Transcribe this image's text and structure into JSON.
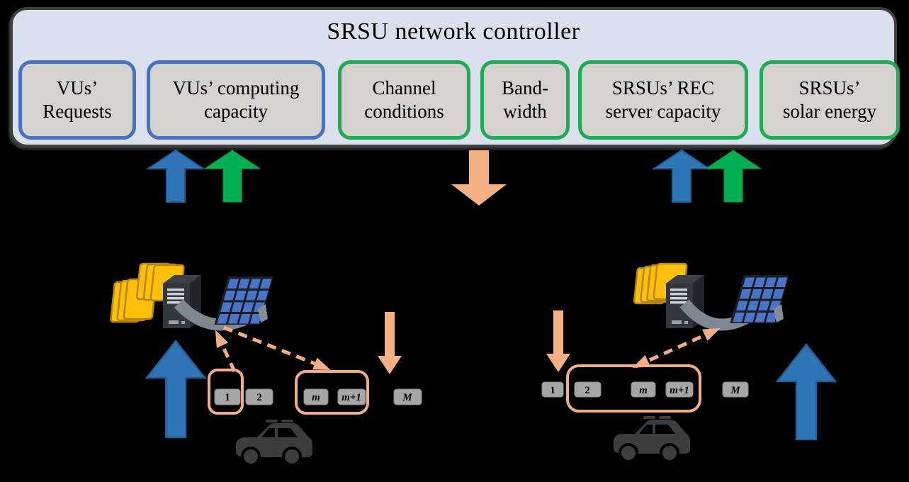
{
  "figure": {
    "title": "SRSU network controller",
    "inputs": [
      {
        "id": "vus-requests",
        "label": "VUs’\nRequests",
        "border": "blue"
      },
      {
        "id": "vus-computing-capacity",
        "label": "VUs’ computing\ncapacity",
        "border": "blue"
      },
      {
        "id": "channel-conditions",
        "label": "Channel\nconditions",
        "border": "green"
      },
      {
        "id": "bandwidth",
        "label": "Band-\nwidth",
        "border": "green"
      },
      {
        "id": "srsus-rec-server-capacity",
        "label": "SRSUs’ REC\nserver capacity",
        "border": "green"
      },
      {
        "id": "srsus-solar-energy",
        "label": "SRSUs’\nsolar energy",
        "border": "green"
      }
    ],
    "resource_block_labels": [
      "1",
      "2",
      "m",
      "m+1",
      "M"
    ],
    "colors": {
      "background": "#000000",
      "panel_fill": "#dae1ed",
      "panel_border": "#3f3f3f",
      "input_box_fill": "#d4d1ce",
      "vu_border_blue": "#4472c4",
      "network_border_green": "#1cac54",
      "arrow_blue": "#2e75b6",
      "arrow_green": "#00b050",
      "arrow_orange": "#f6b183",
      "dashed_link_orange": "#f2ad85",
      "resource_block_fill": "#a6a6a6",
      "folder_yellow": "#fcc00b",
      "solar_cell_blue": "#4a74c8",
      "server_dark": "#32363d",
      "road_arc_gray": "#7d8892",
      "car_gray": "#3d3d3d"
    }
  }
}
